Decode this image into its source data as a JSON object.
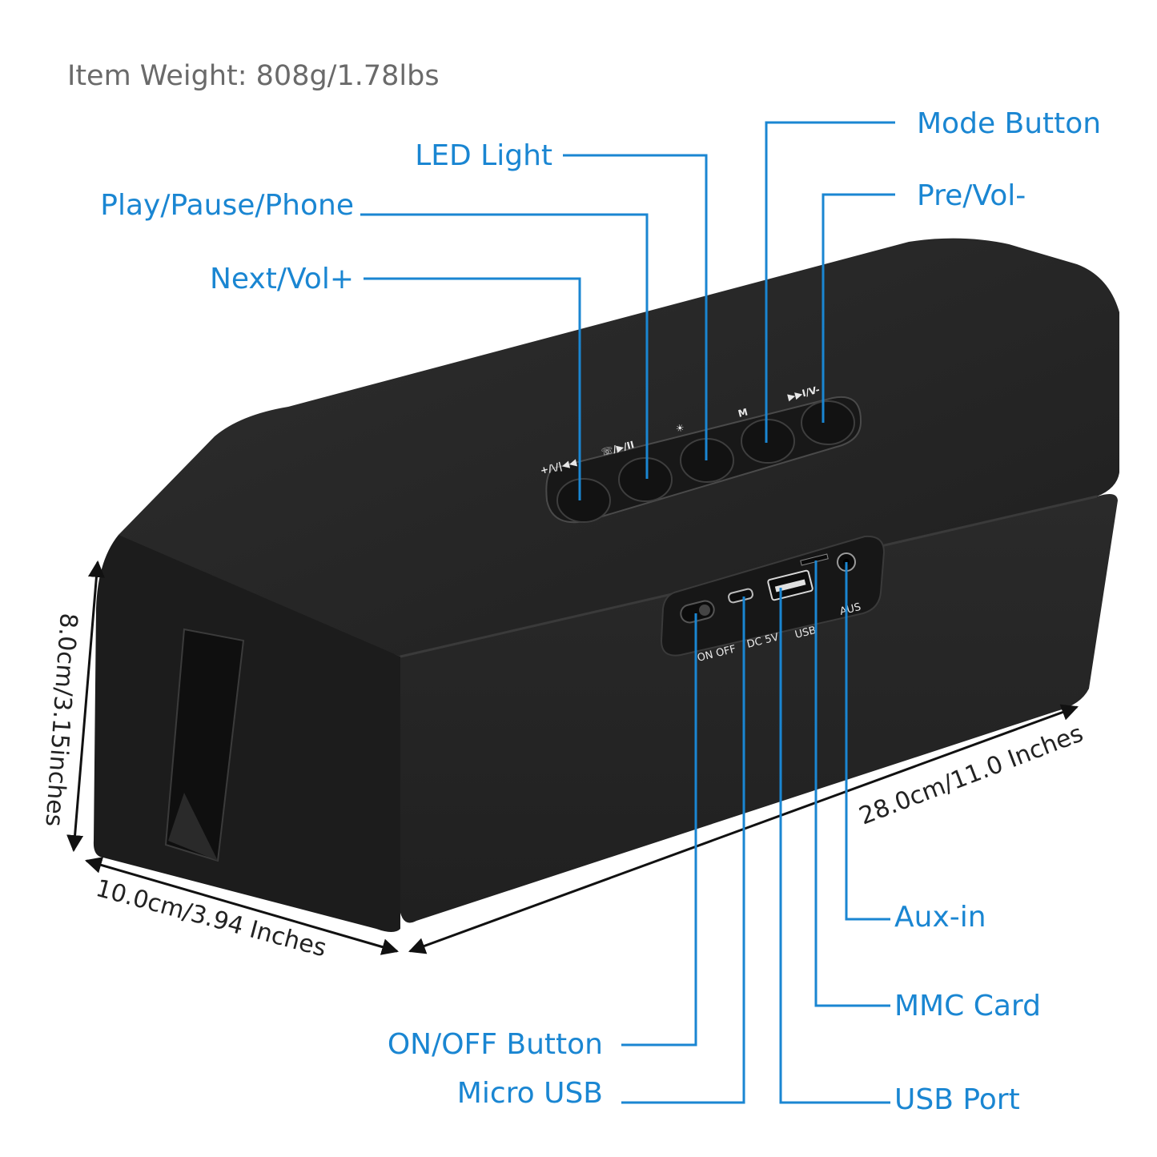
{
  "header": {
    "item_weight": "Item Weight: 808g/1.78lbs"
  },
  "callouts": {
    "mode_button": "Mode Button",
    "led_light": "LED Light",
    "pre_vol": "Pre/Vol-",
    "play_pause_phone": "Play/Pause/Phone",
    "next_vol": "Next/Vol+",
    "aux_in": "Aux-in",
    "mmc_card": "MMC Card",
    "on_off_button": "ON/OFF Button",
    "micro_usb": "Micro USB",
    "usb_port": "USB Port"
  },
  "dimensions": {
    "height": "8.0cm/3.15inches",
    "depth": "10.0cm/3.94 Inches",
    "length": "28.0cm/11.0 Inches"
  },
  "port_labels": {
    "on_off": "ON OFF",
    "dc5v": "DC 5V",
    "usb": "USB",
    "aus": "AUS"
  },
  "button_symbols": {
    "next": "+/\\/|◀◀",
    "play": "☏/▶/II",
    "led": "☀",
    "mode": "M",
    "pre": "▶▶I/V-"
  },
  "colors": {
    "accent": "#1a86d2",
    "speaker_body": "#262626",
    "speaker_side": "#1c1c1c",
    "weight_text": "#6a6a6a"
  }
}
